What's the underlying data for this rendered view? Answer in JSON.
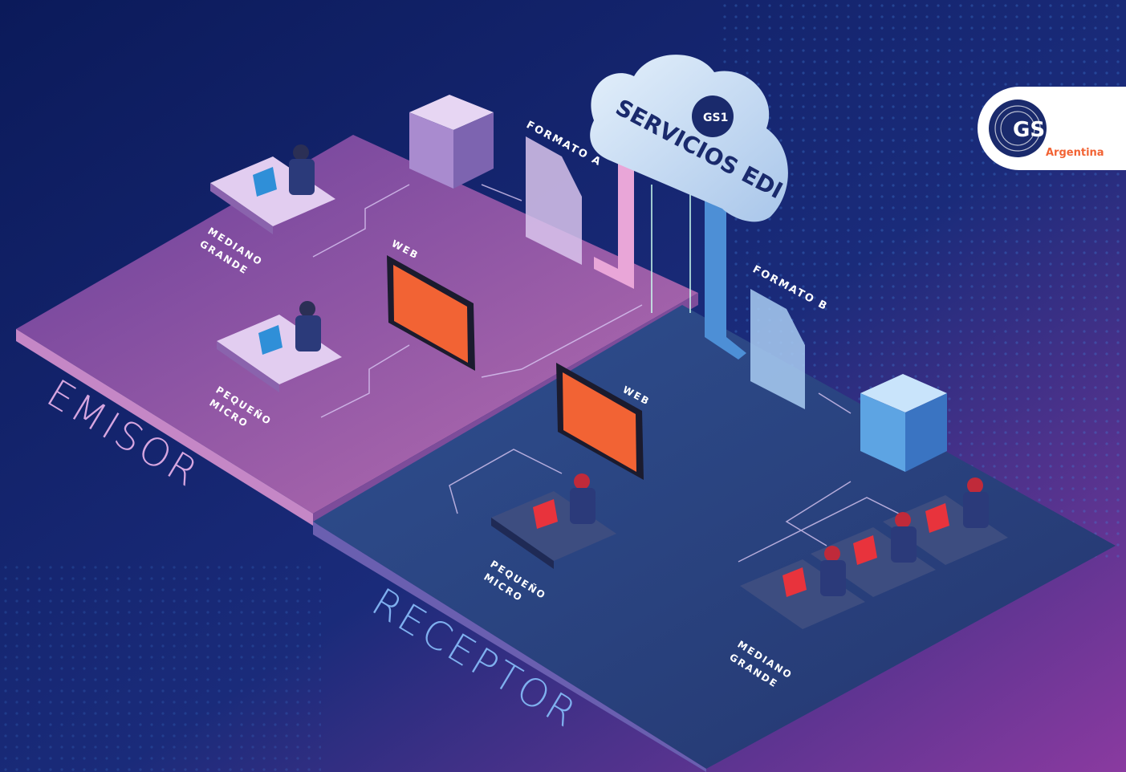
{
  "cloud": {
    "title": "SERVICIOS EDI",
    "logo_text": "GS1"
  },
  "brand": {
    "logo_text": "GS1",
    "country": "Argentina",
    "accent": "#f26334",
    "navy": "#1a2a6c"
  },
  "emisor": {
    "label": "EMISOR",
    "large_user": {
      "line1": "MEDIANO",
      "line2": "GRANDE"
    },
    "small_user": {
      "line1": "PEQUEÑO",
      "line2": "MICRO"
    },
    "web_label": "WEB",
    "document_label": "FORMATO A",
    "color": "#b56db3"
  },
  "receptor": {
    "label": "RECEPTOR",
    "small_user": {
      "line1": "PEQUEÑO",
      "line2": "MICRO"
    },
    "large_user": {
      "line1": "MEDIANO",
      "line2": "GRANDE"
    },
    "web_label": "WEB",
    "document_label": "FORMATO B",
    "color": "#3a5a9a"
  }
}
